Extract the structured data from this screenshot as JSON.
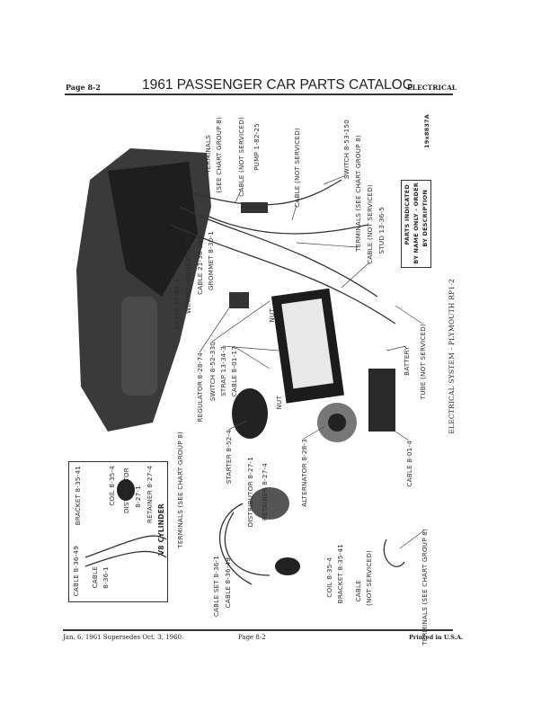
{
  "header": {
    "page": "Page 8-2",
    "title": "1961 PASSENGER CAR PARTS CATALOG",
    "section": "ELECTRICAL"
  },
  "footer": {
    "date": "Jan. 6, 1961 Supersedes Oct. 3, 1960.",
    "page": "Page 8-2",
    "printed": "Printed in U.S.A."
  },
  "figure": {
    "caption": "ELECTRICAL SYSTEM - PLYMOUTH RP1-2",
    "figure_id": "19x8837A",
    "note": [
      "PARTS INDICATED",
      "BY NAME ONLY - ORDER",
      "BY DESCRIPTION"
    ],
    "labels": {
      "terminals_top_1": "TERMINALS",
      "terminals_top_2": "(SEE CHART GROUP 8)",
      "cable_ns_1": "CABLE (NOT SERVICED)",
      "pump": "PUMP 1-82-25",
      "cable_ns_2": "CABLE (NOT SERVICED)",
      "switch_53": "SWITCH 8-53-150",
      "terminals_right": "TERMINALS (SEE CHART GROUP 8)",
      "cable_ns_3": "CABLE (NOT SERVICED)",
      "stud": "STUD 13-36-5",
      "cable_21_84": "CABLE 21-84-1",
      "harness": "WIRING HARNESS 8-15-2",
      "cable_21_30": "CABLE 21-30-365",
      "grommet": "GROMMET 8-30-1",
      "regulator": "REGULATOR 8-28-74",
      "switch_52": "SWITCH 8-52-330",
      "strap": "STRAP 13-34-3",
      "cable_8_01_17": "CABLE 8-01-17",
      "nut_1": "NUT",
      "nut_2": "NUT",
      "terminals_left": "TERMINALS (SEE CHART GROUP 8)",
      "starter": "STARTER 8-52-4",
      "alternator": "ALTERNATOR 8-28-3",
      "distributor": "DISTRIBUTOR 8-27-1",
      "retainer": "RETAINER 8-27-4",
      "cable_set": "CABLE SET 8-36-1",
      "cable_36_49": "CABLE 8-36-49",
      "coil": "COIL 8-35-4",
      "bracket": "BRACKET 8-35-41",
      "cable_ns_4a": "CABLE",
      "cable_ns_4b": "(NOT SERVICED)",
      "terminals_bottom": "TERMINALS (SEE CHART GROUP 8)",
      "battery": "BATTERY",
      "tube": "TUBE (NOT SERVICED)",
      "cable_8_01_4": "CABLE 8-01-4"
    },
    "inset": {
      "title": "V8 CYLINDER",
      "cable_36_49": "CABLE 8-36-49",
      "cable_a": "CABLE",
      "cable_b": "8-36-1",
      "bracket": "BRACKET 8-35-41",
      "coil": "COIL 8-35-4",
      "dist_a": "DISTRIBUTOR",
      "dist_b": "8-27-1",
      "retainer": "RETAINER 8-27-4"
    }
  }
}
